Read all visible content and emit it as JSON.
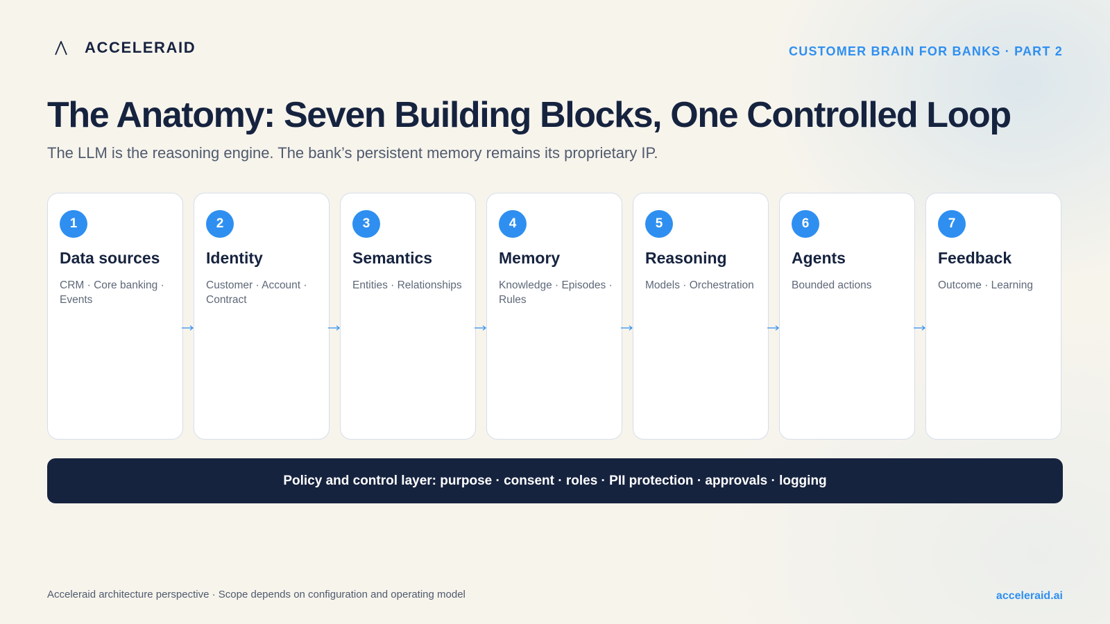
{
  "header": {
    "brand_name": "ACCELERAID",
    "logo_icon": "acceleraid-logo-icon",
    "series_label": "CUSTOMER BRAIN FOR BANKS · PART 2"
  },
  "title": "The Anatomy: Seven Building Blocks, One Controlled Loop",
  "subtitle": "The LLM is the reasoning engine. The bank’s persistent memory remains its proprietary IP.",
  "blocks": [
    {
      "number": "1",
      "title": "Data sources",
      "description": "CRM · Core banking · Events"
    },
    {
      "number": "2",
      "title": "Identity",
      "description": "Customer · Account · Contract"
    },
    {
      "number": "3",
      "title": "Semantics",
      "description": "Entities · Relationships"
    },
    {
      "number": "4",
      "title": "Memory",
      "description": "Knowledge · Episodes · Rules"
    },
    {
      "number": "5",
      "title": "Reasoning",
      "description": "Models · Orchestration"
    },
    {
      "number": "6",
      "title": "Agents",
      "description": "Bounded actions"
    },
    {
      "number": "7",
      "title": "Feedback",
      "description": "Outcome · Learning"
    }
  ],
  "connector_icon": "arrow-right-icon",
  "policy_bar": "Policy and control layer: purpose · consent · roles · PII protection · approvals · logging",
  "footer": {
    "note": "Acceleraid architecture perspective · Scope depends on configuration and operating model",
    "website": "acceleraid.ai"
  },
  "colors": {
    "accent": "#2f8ff0",
    "navy": "#16233f",
    "muted_text": "#5e6878",
    "card_border": "#d6deea",
    "background": "#f7f4ec"
  }
}
